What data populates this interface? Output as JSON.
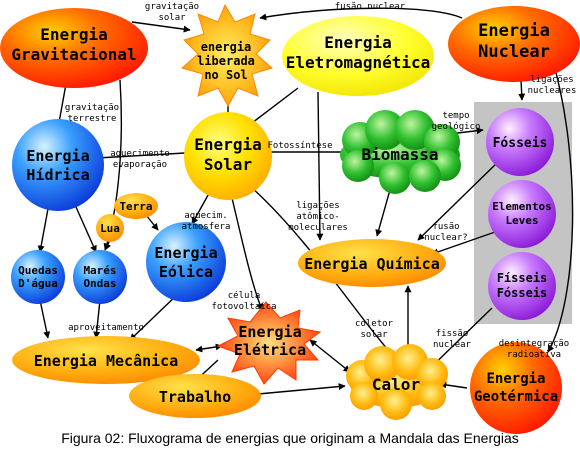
{
  "diagram": {
    "nodes": {
      "gravitacional": [
        "Energia",
        "Gravitacional"
      ],
      "sol_star": [
        "energia",
        "liberada",
        "no Sol"
      ],
      "eletromagnetica": [
        "Energia",
        "Eletromagnética"
      ],
      "nuclear": [
        "Energia",
        "Nuclear"
      ],
      "solar": [
        "Energia",
        "Solar"
      ],
      "hidrica": [
        "Energia",
        "Hídrica"
      ],
      "biomassa": [
        "Biomassa"
      ],
      "fosseis": [
        "Fósseis"
      ],
      "elementos_leves": [
        "Elementos",
        "Leves"
      ],
      "fisseis": [
        "Físseis",
        "Fósseis"
      ],
      "terra": [
        "Terra"
      ],
      "lua": [
        "Lua"
      ],
      "quedas": [
        "Quedas",
        "D'água"
      ],
      "mares": [
        "Marés",
        "Ondas"
      ],
      "eolica": [
        "Energia",
        "Eólica"
      ],
      "quimica": [
        "Energia Química"
      ],
      "mecanica": [
        "Energia Mecânica"
      ],
      "eletrica": [
        "Energia",
        "Elétrica"
      ],
      "trabalho": [
        "Trabalho"
      ],
      "calor": [
        "Calor"
      ],
      "geotermica": [
        "Energia",
        "Geotérmica"
      ]
    },
    "edge_labels": {
      "gravitacao_solar": [
        "gravitação",
        "solar"
      ],
      "fusao_nuclear": [
        "fusão nuclear"
      ],
      "ligacoes_nucleares": [
        "ligações",
        "nucleares"
      ],
      "gravitacao_terrestre": [
        "gravitação",
        "terrestre"
      ],
      "aquecimento_evaporacao": [
        "aquecimento",
        "evaporação"
      ],
      "fotossintese": [
        "Fotossíntese"
      ],
      "tempo_geologico": [
        "tempo",
        "geológico"
      ],
      "ligacoes_atomico": [
        "ligações",
        "atômico-",
        "moleculares"
      ],
      "fusao_nuclear_q": [
        "fusão",
        "nuclear?"
      ],
      "aquecim_atmosfera": [
        "aquecim.",
        "atmosfera"
      ],
      "celula_fotovoltaica": [
        "célula",
        "fotovoltaica"
      ],
      "coletor_solar": [
        "coletor",
        "solar"
      ],
      "fissao_nuclear": [
        "fissão",
        "nuclear"
      ],
      "aproveitamento": [
        "aproveitamento"
      ],
      "desintegracao_radioativa": [
        "desintegração",
        "radioativa"
      ]
    },
    "colors": {
      "red": "#ff2a00",
      "orange": "#ffa400",
      "yellow": "#ffea00",
      "blue": "#1f6dff",
      "green": "#20b020",
      "purple": "#a838f0",
      "gray_panel": "#c0c0c0"
    }
  },
  "caption": "Figura 02: Fluxograma de energias que originam a Mandala das Energias"
}
